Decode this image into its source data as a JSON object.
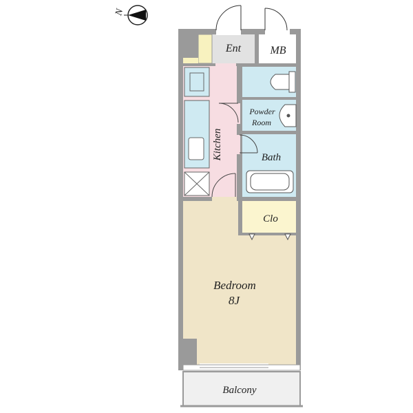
{
  "compass": {
    "north_label": "N"
  },
  "rooms": {
    "entrance": {
      "label": "Ent"
    },
    "meter_box": {
      "label": "MB"
    },
    "powder_room": {
      "line1": "Powder",
      "line2": "Room"
    },
    "kitchen": {
      "label": "Kitchen"
    },
    "bath": {
      "label": "Bath"
    },
    "closet": {
      "label": "Clo"
    },
    "bedroom": {
      "line1": "Bedroom",
      "line2": "8J"
    },
    "balcony": {
      "label": "Balcony"
    }
  },
  "colors": {
    "wall": "#9a9a9a",
    "entrance_floor": "#e2e2e2",
    "kitchen_floor": "#f7dde2",
    "wet_area": "#cfeaf2",
    "closet_floor": "#fbf5cf",
    "bedroom_floor": "#f0e5c8",
    "balcony_floor": "#f0f0f0",
    "shoe_box": "#f8f2bf"
  }
}
